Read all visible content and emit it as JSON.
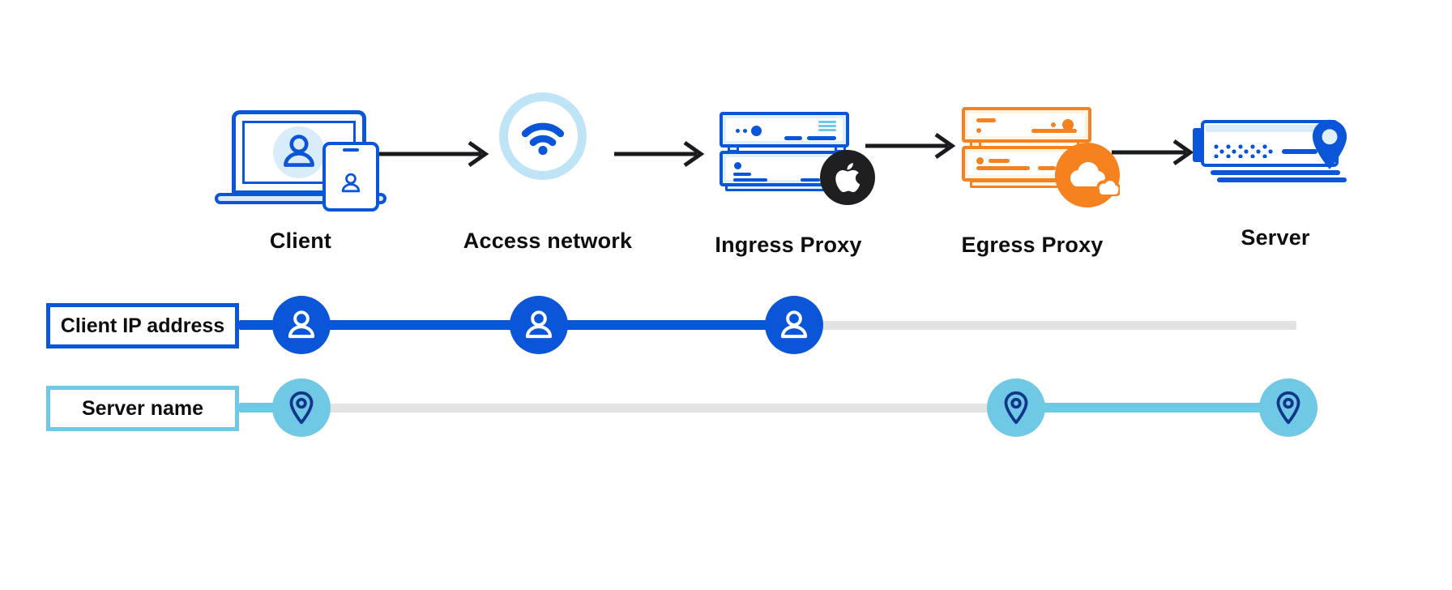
{
  "flow": {
    "nodes": [
      {
        "id": "client",
        "label": "Client",
        "icon": "laptop-phone-user-icon"
      },
      {
        "id": "access-network",
        "label": "Access network",
        "icon": "wifi-icon"
      },
      {
        "id": "ingress-proxy",
        "label": "Ingress Proxy",
        "icon": "server-stack-icon",
        "badge_icon": "apple-logo-icon"
      },
      {
        "id": "egress-proxy",
        "label": "Egress Proxy",
        "icon": "server-stack-icon",
        "badge_icon": "cloudflare-logo-icon"
      },
      {
        "id": "server",
        "label": "Server",
        "icon": "server-location-pin-icon"
      }
    ],
    "arrows": [
      {
        "from": "client",
        "to": "access-network"
      },
      {
        "from": "access-network",
        "to": "ingress-proxy"
      },
      {
        "from": "ingress-proxy",
        "to": "egress-proxy"
      },
      {
        "from": "egress-proxy",
        "to": "server"
      }
    ]
  },
  "tracks": [
    {
      "id": "client-ip-address",
      "label": "Client IP address",
      "marker_icon": "user-icon",
      "color": "#0B55D8",
      "visible_at": [
        "client",
        "access-network",
        "ingress-proxy"
      ]
    },
    {
      "id": "server-name",
      "label": "Server name",
      "marker_icon": "location-pin-icon",
      "color": "#6FC8E4",
      "visible_at": [
        "client",
        "egress-proxy",
        "server"
      ]
    }
  ],
  "colors": {
    "primary_blue": "#0B55D8",
    "light_blue": "#6FC8E4",
    "pale_blue": "#BEE4F6",
    "ice": "#DFF1FB",
    "screen_tint": "#D8ECF9",
    "navy": "#12358C",
    "orange": "#F6821F",
    "cream": "#FEF4E0",
    "track_gray": "#E3E3E4",
    "badge_black": "#1F1F21",
    "arrow_black": "#1A1B1E",
    "text_black": "#0D0E10"
  }
}
